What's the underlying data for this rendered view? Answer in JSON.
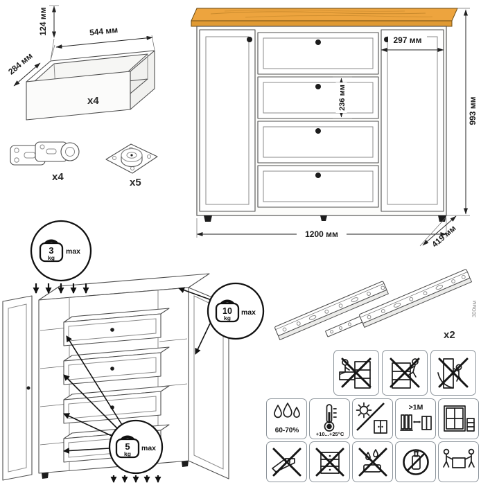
{
  "drawer_box": {
    "height_label": "124 мм",
    "width_label": "544 мм",
    "depth_label": "284 мм",
    "qty": "x4"
  },
  "hardware": {
    "hinge_qty": "x4",
    "foot_qty": "x5"
  },
  "commode": {
    "door_width_label": "297 мм",
    "drawer_height_label": "236 мм",
    "height_label": "993 мм",
    "width_label": "1200 мм",
    "depth_label": "419 мм",
    "wood_color": "#eda43e"
  },
  "load_limits": {
    "unit": "kg",
    "max_label": "max",
    "top": "3",
    "side": "10",
    "drawer": "5"
  },
  "slides": {
    "qty": "x2",
    "length_note": "300мм"
  },
  "care": {
    "humidity": "60-70%",
    "temperature": "+10...+25°C",
    "heat_distance": ">1M"
  }
}
